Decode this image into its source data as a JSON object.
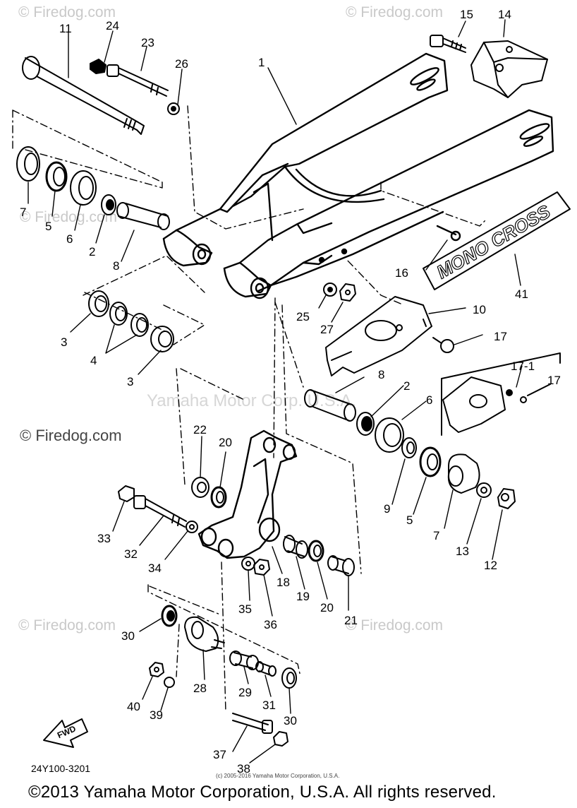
{
  "watermarks": {
    "site": "© Firedog.com",
    "corner": "© Firedog.com",
    "yamaha_center": "Yamaha Motor Corp. U.S.A."
  },
  "diagram": {
    "part_code": "24Y100-3201",
    "fwd_label": "FWD",
    "decal_text": "MONO CROSS",
    "labels": {
      "p1": "1",
      "p2a": "2",
      "p2b": "2",
      "p3a": "3",
      "p3b": "3",
      "p4": "4",
      "p5a": "5",
      "p5b": "5",
      "p6a": "6",
      "p6b": "6",
      "p7a": "7",
      "p7b": "7",
      "p8a": "8",
      "p8b": "8",
      "p9": "9",
      "p10": "10",
      "p11": "11",
      "p12": "12",
      "p13": "13",
      "p14": "14",
      "p15": "15",
      "p16": "16",
      "p17a": "17",
      "p17b": "17",
      "p17_1": "17-1",
      "p18": "18",
      "p19": "19",
      "p20a": "20",
      "p20b": "20",
      "p21": "21",
      "p22": "22",
      "p23": "23",
      "p24": "24",
      "p25": "25",
      "p26": "26",
      "p27": "27",
      "p28": "28",
      "p29": "29",
      "p30a": "30",
      "p30b": "30",
      "p31": "31",
      "p32": "32",
      "p33": "33",
      "p34": "34",
      "p35": "35",
      "p36": "36",
      "p37": "37",
      "p38": "38",
      "p39": "39",
      "p40": "40",
      "p41": "41"
    }
  },
  "footer": {
    "tiny_copyright": "(c) 2005-2016 Yamaha Motor Corporation, U.S.A.",
    "copyright": "©2013 Yamaha Motor Corporation, U.S.A. All rights reserved."
  }
}
